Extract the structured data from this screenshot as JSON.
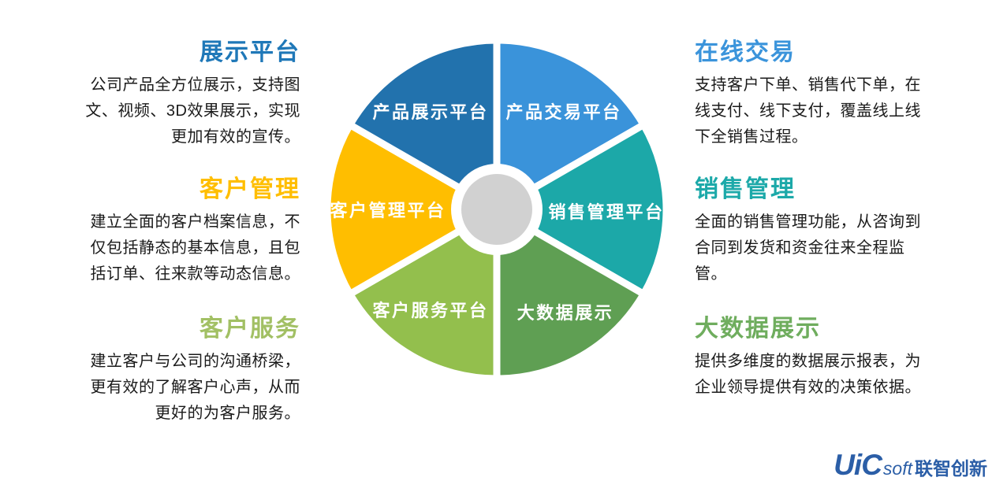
{
  "left_column": [
    {
      "heading": "展示平台",
      "heading_color": "#1F78B8",
      "body": "公司产品全方位展示，支持图文、视频、3D效果展示，实现更加有效的宣传。"
    },
    {
      "heading": "客户管理",
      "heading_color": "#FFBE00",
      "body": "建立全面的客户档案信息，不仅包括静态的基本信息，且包括订单、往来款等动态信息。"
    },
    {
      "heading": "客户服务",
      "heading_color": "#A2C064",
      "body": "建立客户与公司的沟通桥梁，更有效的了解客户心声，从而更好的为客户服务。"
    }
  ],
  "right_column": [
    {
      "heading": "在线交易",
      "heading_color": "#3B94DB",
      "body": "支持客户下单、销售代下单，在线支付、线下支付，覆盖线上线下全销售过程。"
    },
    {
      "heading": "销售管理",
      "heading_color": "#1CA9A9",
      "body": "全面的销售管理功能，从咨询到合同到发货和资金往来全程监管。"
    },
    {
      "heading": "大数据展示",
      "heading_color": "#6FAD5E",
      "body": "提供多维度的数据展示报表，为企业领导提供有效的决策依据。"
    }
  ],
  "pie": {
    "center_color": "#D1D1D1",
    "segments": [
      {
        "label": "产品展示平台",
        "color": "#2272AD"
      },
      {
        "label": "产品交易平台",
        "color": "#3A93DA"
      },
      {
        "label": "销售管理平台",
        "color": "#1CA8A8"
      },
      {
        "label": "大数据展示",
        "color": "#5F9F53"
      },
      {
        "label": "客户服务平台",
        "color": "#93BF4D"
      },
      {
        "label": "客户管理平台",
        "color": "#FFBE00"
      }
    ]
  },
  "logo": {
    "brand": "UiC",
    "suffix": "soft",
    "cn": "联智创新",
    "color": "#2B5EA7"
  }
}
